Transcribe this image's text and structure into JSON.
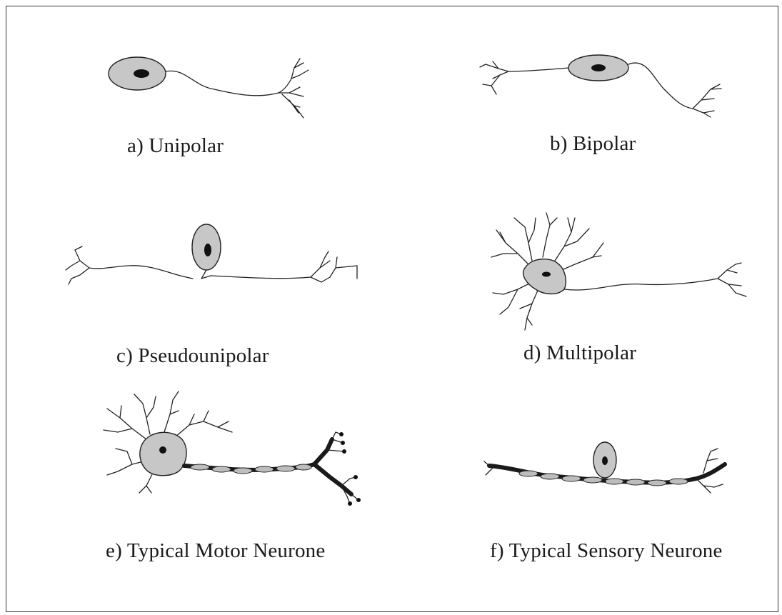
{
  "figure": {
    "panels": [
      {
        "id": "a",
        "caption": "a) Unipolar"
      },
      {
        "id": "b",
        "caption": "b) Bipolar"
      },
      {
        "id": "c",
        "caption": "c) Pseudounipolar"
      },
      {
        "id": "d",
        "caption": "d) Multipolar"
      },
      {
        "id": "e",
        "caption": "e) Typical Motor Neurone"
      },
      {
        "id": "f",
        "caption": "f) Typical Sensory Neurone"
      }
    ]
  }
}
